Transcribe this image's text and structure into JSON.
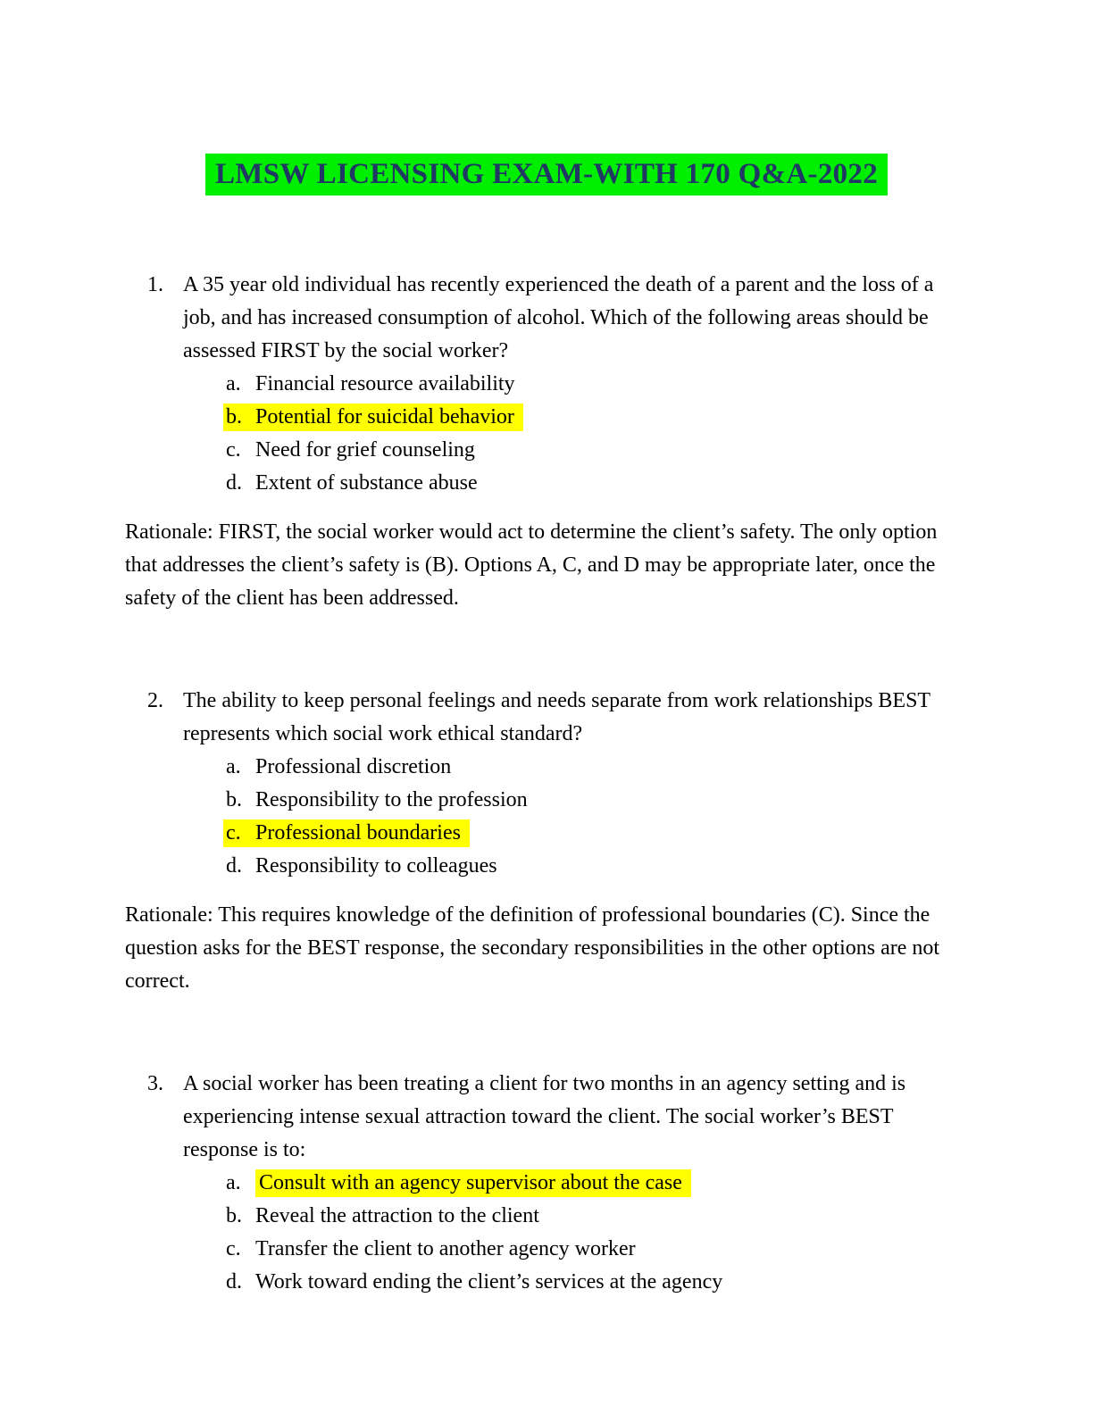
{
  "title": {
    "text": "LMSW LICENSING EXAM-WITH 170 Q&A-2022",
    "highlight_color": "#00ee00",
    "text_color": "#1f3864"
  },
  "colors": {
    "answer_highlight": "#ffff00",
    "body_text": "#000000",
    "page_background": "#ffffff"
  },
  "questions": [
    {
      "number": "1.",
      "text": "A 35 year old individual has recently experienced the death of a parent and the loss of a job, and has increased consumption of alcohol. Which of the following areas should be assessed FIRST by the social worker?",
      "options": [
        {
          "letter": "a.",
          "text": "Financial resource availability",
          "highlighted": false
        },
        {
          "letter": "b.",
          "text": "Potential for suicidal behavior",
          "highlighted": true
        },
        {
          "letter": "c.",
          "text": "Need for grief counseling",
          "highlighted": false
        },
        {
          "letter": "d.",
          "text": "Extent of substance abuse",
          "highlighted": false
        }
      ],
      "rationale": "Rationale: FIRST, the social worker would act to determine the client’s safety. The only option that addresses the client’s safety is (B). Options A, C, and D may be appropriate later, once the safety of the client has been addressed."
    },
    {
      "number": "2.",
      "text": "The ability to keep personal feelings and needs separate from work relationships BEST represents which social work ethical standard?",
      "options": [
        {
          "letter": "a.",
          "text": "Professional discretion",
          "highlighted": false
        },
        {
          "letter": "b.",
          "text": "Responsibility to the profession",
          "highlighted": false
        },
        {
          "letter": "c.",
          "text": "Professional boundaries",
          "highlighted": true
        },
        {
          "letter": "d.",
          "text": "Responsibility to colleagues",
          "highlighted": false
        }
      ],
      "rationale": "Rationale: This requires knowledge of the definition of professional boundaries (C). Since the question asks for the BEST response, the secondary responsibilities in the other options are not correct."
    },
    {
      "number": "3.",
      "text": "A social worker has been treating a client for two months in an agency setting and is experiencing intense sexual attraction toward the client. The social worker’s BEST response is to:",
      "options": [
        {
          "letter": "a.",
          "text": "Consult with an agency supervisor about the case",
          "highlighted": true
        },
        {
          "letter": "b.",
          "text": "Reveal the attraction to the client",
          "highlighted": false
        },
        {
          "letter": "c.",
          "text": "Transfer the client to another agency worker",
          "highlighted": false
        },
        {
          "letter": "d.",
          "text": "Work toward ending the client’s services at the agency",
          "highlighted": false
        }
      ],
      "rationale": ""
    }
  ]
}
